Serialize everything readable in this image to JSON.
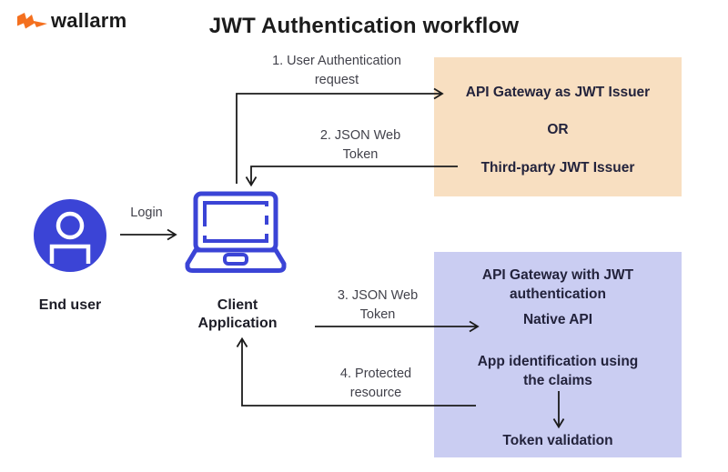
{
  "brand": {
    "name": "wallarm"
  },
  "title": "JWT Authentication workflow",
  "actors": {
    "end_user": {
      "label": "End user"
    },
    "client_application": {
      "lines": [
        "Client",
        "Application"
      ]
    }
  },
  "boxes": {
    "issuer": {
      "items": [
        "API Gateway as JWT Issuer",
        "OR",
        "Third-party JWT Issuer"
      ]
    },
    "gateway": {
      "title_lines": [
        "API Gateway with JWT",
        "authentication"
      ],
      "native_api": "Native API",
      "app_identification_lines": [
        "App identification using",
        "the claims"
      ],
      "token_validation": "Token validation"
    }
  },
  "arrows": {
    "login": {
      "label": "Login"
    },
    "step1": {
      "lines": [
        "1. User Authentication",
        "request"
      ]
    },
    "step2": {
      "lines": [
        "2. JSON Web",
        "Token"
      ]
    },
    "step3": {
      "lines": [
        "3. JSON Web",
        "Token"
      ]
    },
    "step4": {
      "lines": [
        "4. Protected",
        "resource"
      ]
    }
  },
  "icons": {
    "brand": "wallarm-zigzag-icon",
    "end_user": "person-icon",
    "client_application": "laptop-icon",
    "flow_arrows": "arrow-connector-icons"
  },
  "colors": {
    "brand_orange": "#F4701F",
    "accent_blue": "#3B44D6",
    "issuer_box_bg": "#F8DFC1",
    "gateway_box_bg": "#CACDF2",
    "arrow_stroke": "#1B1B1B",
    "title_text": "#1C1C1C",
    "box_text": "#23233C",
    "label_text": "#42424B"
  }
}
